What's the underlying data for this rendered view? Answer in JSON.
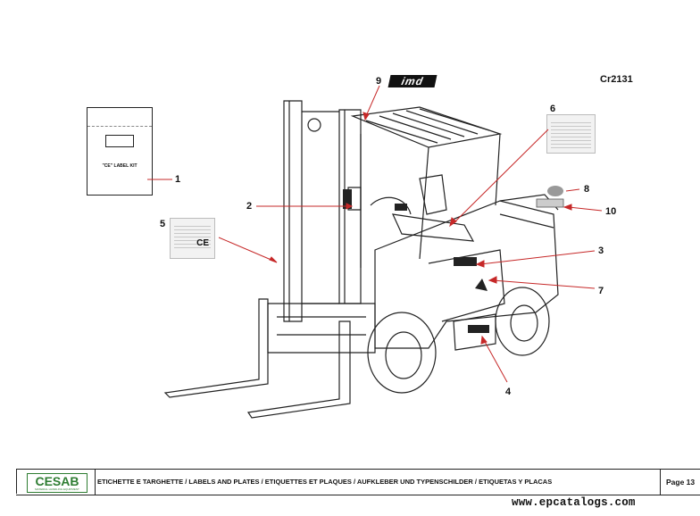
{
  "header": {
    "brand_mark": "imd",
    "drawing_code": "Cr2131"
  },
  "label_kit": {
    "text": "\"CE\" LABEL KIT"
  },
  "callouts": [
    "1",
    "2",
    "3",
    "4",
    "5",
    "6",
    "7",
    "8",
    "9",
    "10"
  ],
  "plate_5": {
    "ce_mark": "CE"
  },
  "footer": {
    "logo": "CESAB",
    "logo_tagline": "MATERIAL HANDLING EQUIPMENT",
    "title": "ETICHETTE E TARGHETTE / LABELS AND PLATES / ETIQUETTES ET PLAQUES / AUFKLEBER UND TYPENSCHILDER / ETIQUETAS Y PLACAS",
    "page": "Page 13"
  },
  "watermark": "www.epcatalogs.com",
  "colors": {
    "leader": "#c62828",
    "logo_green": "#2e7d32"
  }
}
